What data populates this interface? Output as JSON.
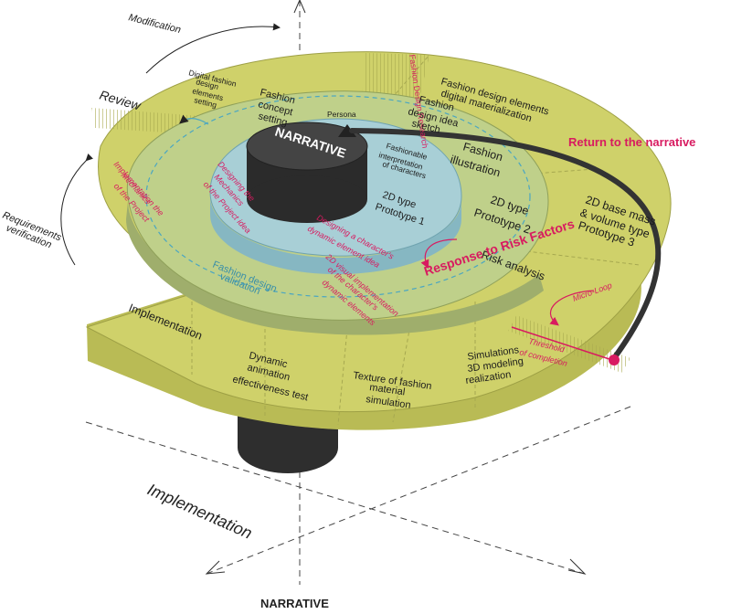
{
  "axes": {
    "narrative": "NARRATIVE",
    "implementation": "Implementation"
  },
  "outer_arrows": {
    "modification": "Modification",
    "review": "Review",
    "requirements_verification": [
      "Requirements",
      "verification"
    ]
  },
  "core": {
    "title": "NARRATIVE",
    "persona": "Persona"
  },
  "top_strip": "Fashion Design Research",
  "sectors": {
    "digital_elements": [
      "Digital fashion",
      "design",
      "elements",
      "setting"
    ],
    "concept": [
      "Fashion",
      "concept",
      "setting"
    ],
    "design_idea": [
      "Fashion",
      "design idea",
      "sketch"
    ],
    "materialization": [
      "Fashion  design elements",
      "digital materialization"
    ],
    "illustration": [
      "Fashion",
      "illustration"
    ],
    "interpretation": [
      "Fashionable",
      "interpretation",
      "of characters"
    ],
    "prototype1": [
      "2D type",
      "Prototype 1"
    ],
    "prototype2": [
      "2D type",
      "Prototype 2"
    ],
    "prototype3": [
      "2D base  mass",
      "& volume type",
      "Prototype 3"
    ],
    "risk": "Risk  analysis",
    "mechanics_idea": [
      "Designing the",
      "Mechanics",
      "of the Project idea"
    ],
    "implementation_mechanics": [
      "Implementation the",
      "Mechanics",
      "of the Project"
    ],
    "dynamic_idea": [
      "Designing a character's",
      "dynamic element idea"
    ],
    "validation": [
      "Fashion design",
      "validation"
    ],
    "visual_impl": [
      "2D visual implementation",
      "of the character's",
      "dynamic elements"
    ],
    "implementation": "Implementation",
    "dynamic_test": [
      "Dynamic",
      "animation",
      "effectiveness test"
    ],
    "texture": [
      "Texture of fashion",
      "material",
      "simulation"
    ],
    "simulations": [
      "Simulations",
      "3D modeling",
      "realization"
    ]
  },
  "annotations": {
    "return": "Return to the narrative",
    "response": "Response to Risk Factors",
    "micro_loop": "Micro-Loop",
    "threshold": [
      "Threshold",
      "of completion"
    ]
  },
  "colors": {
    "outer_ring": "#cfd16a",
    "middle_ring": "#bfd08a",
    "inner_ring": "#a8cfd6",
    "core": "#333333",
    "accent": "#d81b60",
    "loop": "#4aa6c2"
  }
}
